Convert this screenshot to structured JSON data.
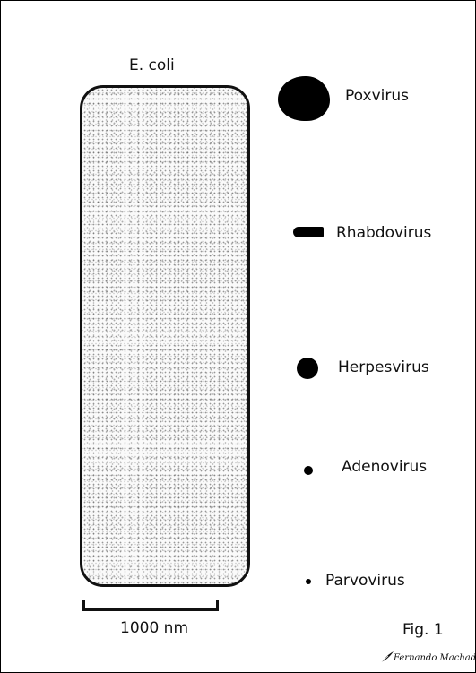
{
  "cell": {
    "label": "E. coli"
  },
  "viruses": [
    {
      "id": "poxvirus",
      "label": "Poxvirus"
    },
    {
      "id": "rhabdovirus",
      "label": "Rhabdovirus"
    },
    {
      "id": "herpesvirus",
      "label": "Herpesvirus"
    },
    {
      "id": "adenovirus",
      "label": "Adenovirus"
    },
    {
      "id": "parvovirus",
      "label": "Parvovirus"
    }
  ],
  "scale": {
    "label": "1000  nm"
  },
  "figure": {
    "label": "Fig. 1"
  },
  "credit": {
    "text": "Fernando Machado"
  },
  "colors": {
    "ink": "#000000",
    "background": "#ffffff",
    "stipple": "#7a7a7a"
  }
}
